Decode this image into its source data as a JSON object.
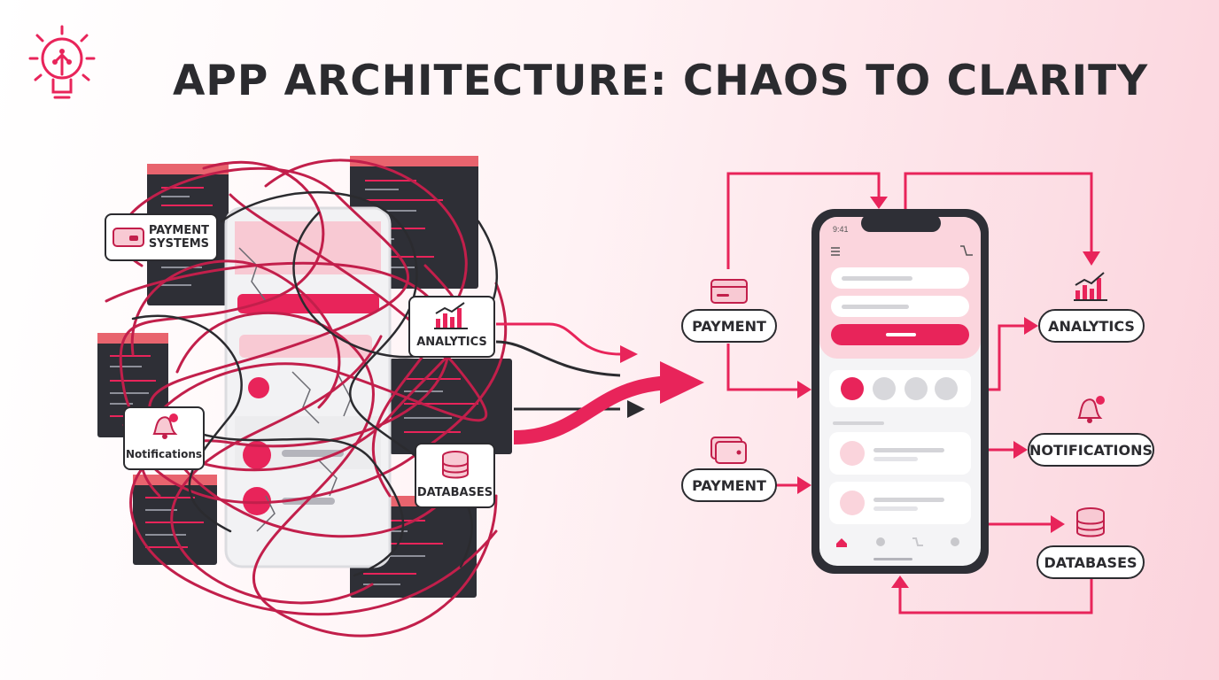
{
  "title": "APP ARCHITECTURE: CHAOS TO CLARITY",
  "icons": {
    "logo": "lightbulb-circuit-icon",
    "card": "credit-card-icon",
    "chart": "bar-chart-icon",
    "bell": "bell-icon",
    "database": "database-icon",
    "wallet": "wallet-icon"
  },
  "chaos": {
    "labels": {
      "payment_line1": "PAYMENT",
      "payment_line2": "SYSTEMS",
      "analytics": "ANALYTICS",
      "notifications": "Notifications",
      "databases": "DATABASES"
    }
  },
  "clarity": {
    "status_time": "9:41",
    "labels": {
      "payment_top": "PAYMENT",
      "payment_bottom": "PAYMENT",
      "analytics": "ANALYTICS",
      "notifications": "NOTIFICATIONS",
      "databases": "DATABASES"
    }
  },
  "colors": {
    "accent": "#e8245a",
    "dark": "#2b2b2f",
    "soft_pink": "#f8c9d3"
  }
}
